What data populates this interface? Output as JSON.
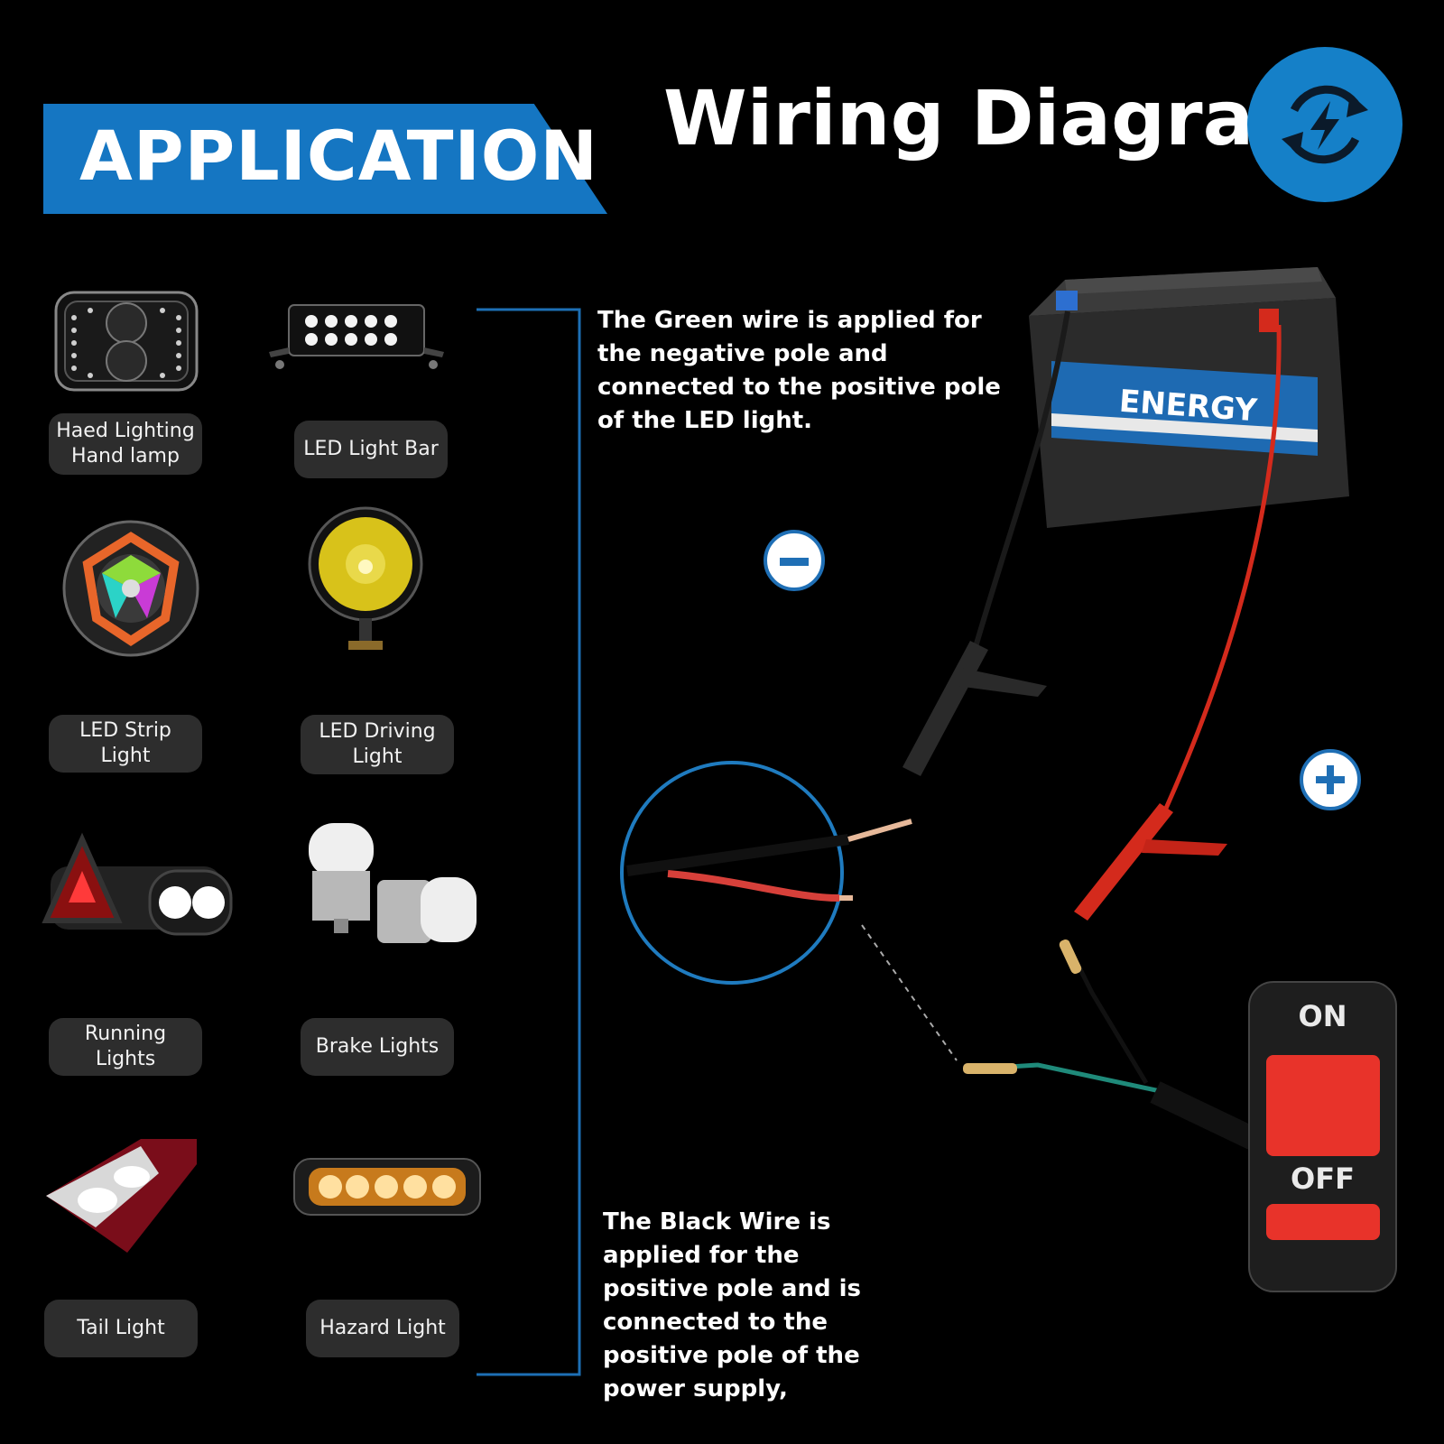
{
  "header": {
    "application_title": "APPLICATION",
    "wiring_title": "Wiring Diagram",
    "wiring_icon": "power-cycle-icon",
    "accent_color": "#1576c2"
  },
  "applications": [
    {
      "label": "Haed Lighting Hand lamp",
      "icon": "headlight-icon"
    },
    {
      "label": "LED Light Bar",
      "icon": "light-bar-icon"
    },
    {
      "label": "LED Strip Light",
      "icon": "rgb-led-icon"
    },
    {
      "label": "LED Driving Light",
      "icon": "driving-light-icon"
    },
    {
      "label": "Running Lights",
      "icon": "running-light-icon"
    },
    {
      "label": "Brake Lights",
      "icon": "bulb-icon"
    },
    {
      "label": "Tail Light",
      "icon": "tail-light-icon"
    },
    {
      "label": "Hazard Light",
      "icon": "hazard-light-icon"
    }
  ],
  "diagram": {
    "green_wire_text": "The Green wire is applied for the negative pole and connected to the positive pole of the LED light.",
    "black_wire_text": "The Black Wire is applied for the positive pole and is connected to the positive pole of the power supply,",
    "battery_label": "ENERGY",
    "switch_on": "ON",
    "switch_off": "OFF",
    "negative_symbol": "−",
    "positive_symbol": "+"
  }
}
